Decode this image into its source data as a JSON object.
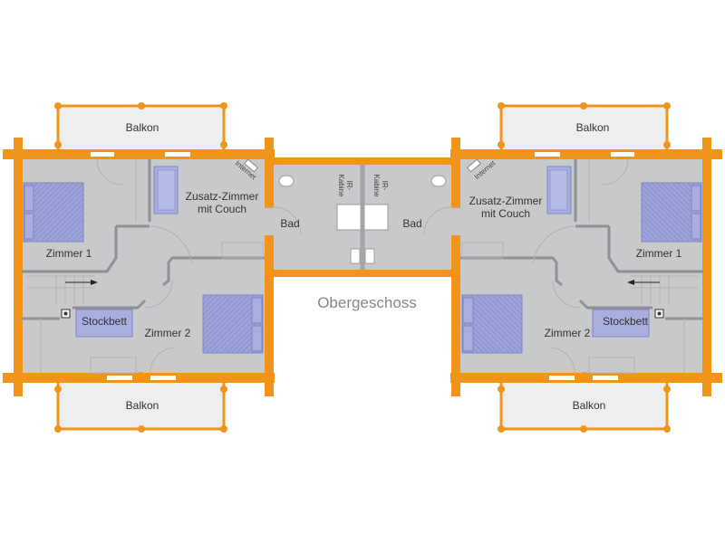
{
  "title": "Obergeschoss",
  "colors": {
    "wall": "#f2941a",
    "floor": "#c8c9cb",
    "balcony": "#eceeef",
    "furniture": "#a9aede",
    "furniture_border": "#7f86c4"
  },
  "left_unit": {
    "balcony_top": "Balkon",
    "balcony_bottom": "Balkon",
    "room1": "Zimmer 1",
    "room2": "Zimmer 2",
    "extra_room": [
      "Zusatz-Zimmer",
      "mit Couch"
    ],
    "bunk_bed": "Stockbett",
    "internet": "Internet",
    "bath": "Bad",
    "ir_cabin": [
      "IR-",
      "Kabine"
    ]
  },
  "right_unit": {
    "balcony_top": "Balkon",
    "balcony_bottom": "Balkon",
    "room1": "Zimmer 1",
    "room2": "Zimmer 2",
    "extra_room": [
      "Zusatz-Zimmer",
      "mit Couch"
    ],
    "bunk_bed": "Stockbett",
    "internet": "Internet",
    "bath": "Bad",
    "ir_cabin": [
      "IR-",
      "Kabine"
    ]
  }
}
